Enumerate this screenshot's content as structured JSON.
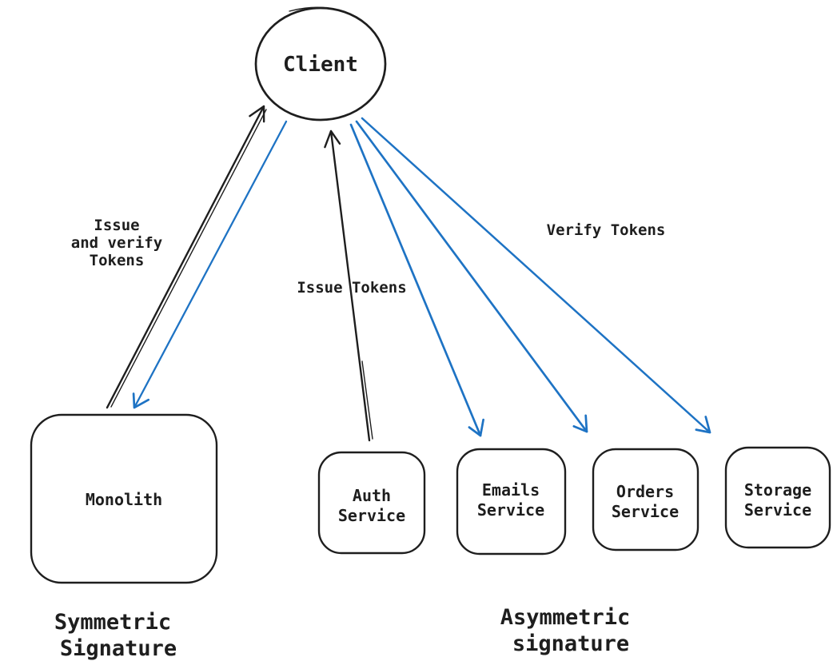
{
  "colors": {
    "black": "#1e1e1e",
    "blue": "#1e73c4",
    "background": "#ffffff"
  },
  "client": {
    "label": "Client"
  },
  "monolith": {
    "label": "Monolith"
  },
  "services": [
    {
      "id": "auth",
      "line1": "Auth",
      "line2": "Service"
    },
    {
      "id": "emails",
      "line1": "Emails",
      "line2": "Service"
    },
    {
      "id": "orders",
      "line1": "Orders",
      "line2": "Service"
    },
    {
      "id": "storage",
      "line1": "Storage",
      "line2": "Service"
    }
  ],
  "arrow_labels": {
    "issue_and_verify": [
      "Issue",
      "and verify",
      "Tokens"
    ],
    "issue_tokens": "Issue Tokens",
    "verify_tokens": "Verify Tokens"
  },
  "section_titles": {
    "symmetric": [
      "Symmetric",
      "Signature"
    ],
    "asymmetric": [
      "Asymmetric",
      "signature"
    ]
  }
}
